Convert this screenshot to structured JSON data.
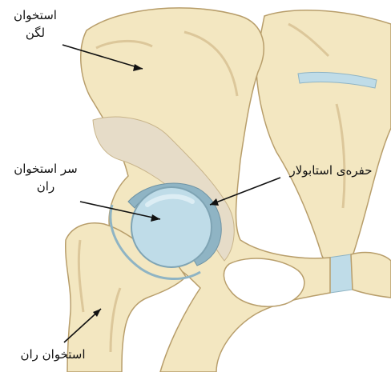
{
  "colors": {
    "bone": "#f3e7c1",
    "bone_shadow": "#dcc79a",
    "bone_outline": "#b89e6b",
    "cartilage": "#bfdce8",
    "cartilage_light": "#dcedf4",
    "spongy": "#e6dcc8",
    "label_text": "#111111",
    "leader_line": "#111111"
  },
  "labels": {
    "pelvis_line1": "استخوان",
    "pelvis_line2": "لگن",
    "femoral_head_line1": "سر استخوان",
    "femoral_head_line2": "ران",
    "acetabulum": "حفره‌ی استابولار",
    "femur": "استخوان ران"
  }
}
